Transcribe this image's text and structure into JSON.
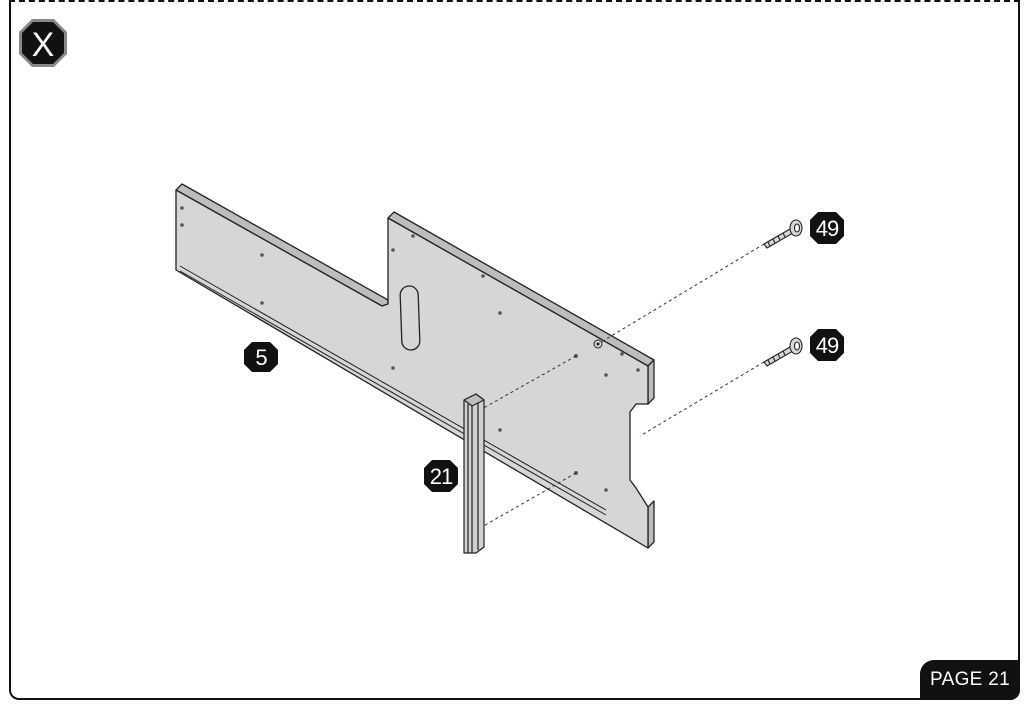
{
  "step": {
    "letter": "X"
  },
  "page": {
    "label": "PAGE 21"
  },
  "parts": [
    {
      "id": "panel",
      "callout": "5"
    },
    {
      "id": "strip",
      "callout": "21"
    },
    {
      "id": "screw-upper",
      "callout": "49"
    },
    {
      "id": "screw-lower",
      "callout": "49"
    }
  ],
  "colors": {
    "part_fill": "#d6d6d6",
    "edge_fill": "#bdbdbd",
    "badge": "#111111",
    "badge_text": "#ffffff"
  }
}
